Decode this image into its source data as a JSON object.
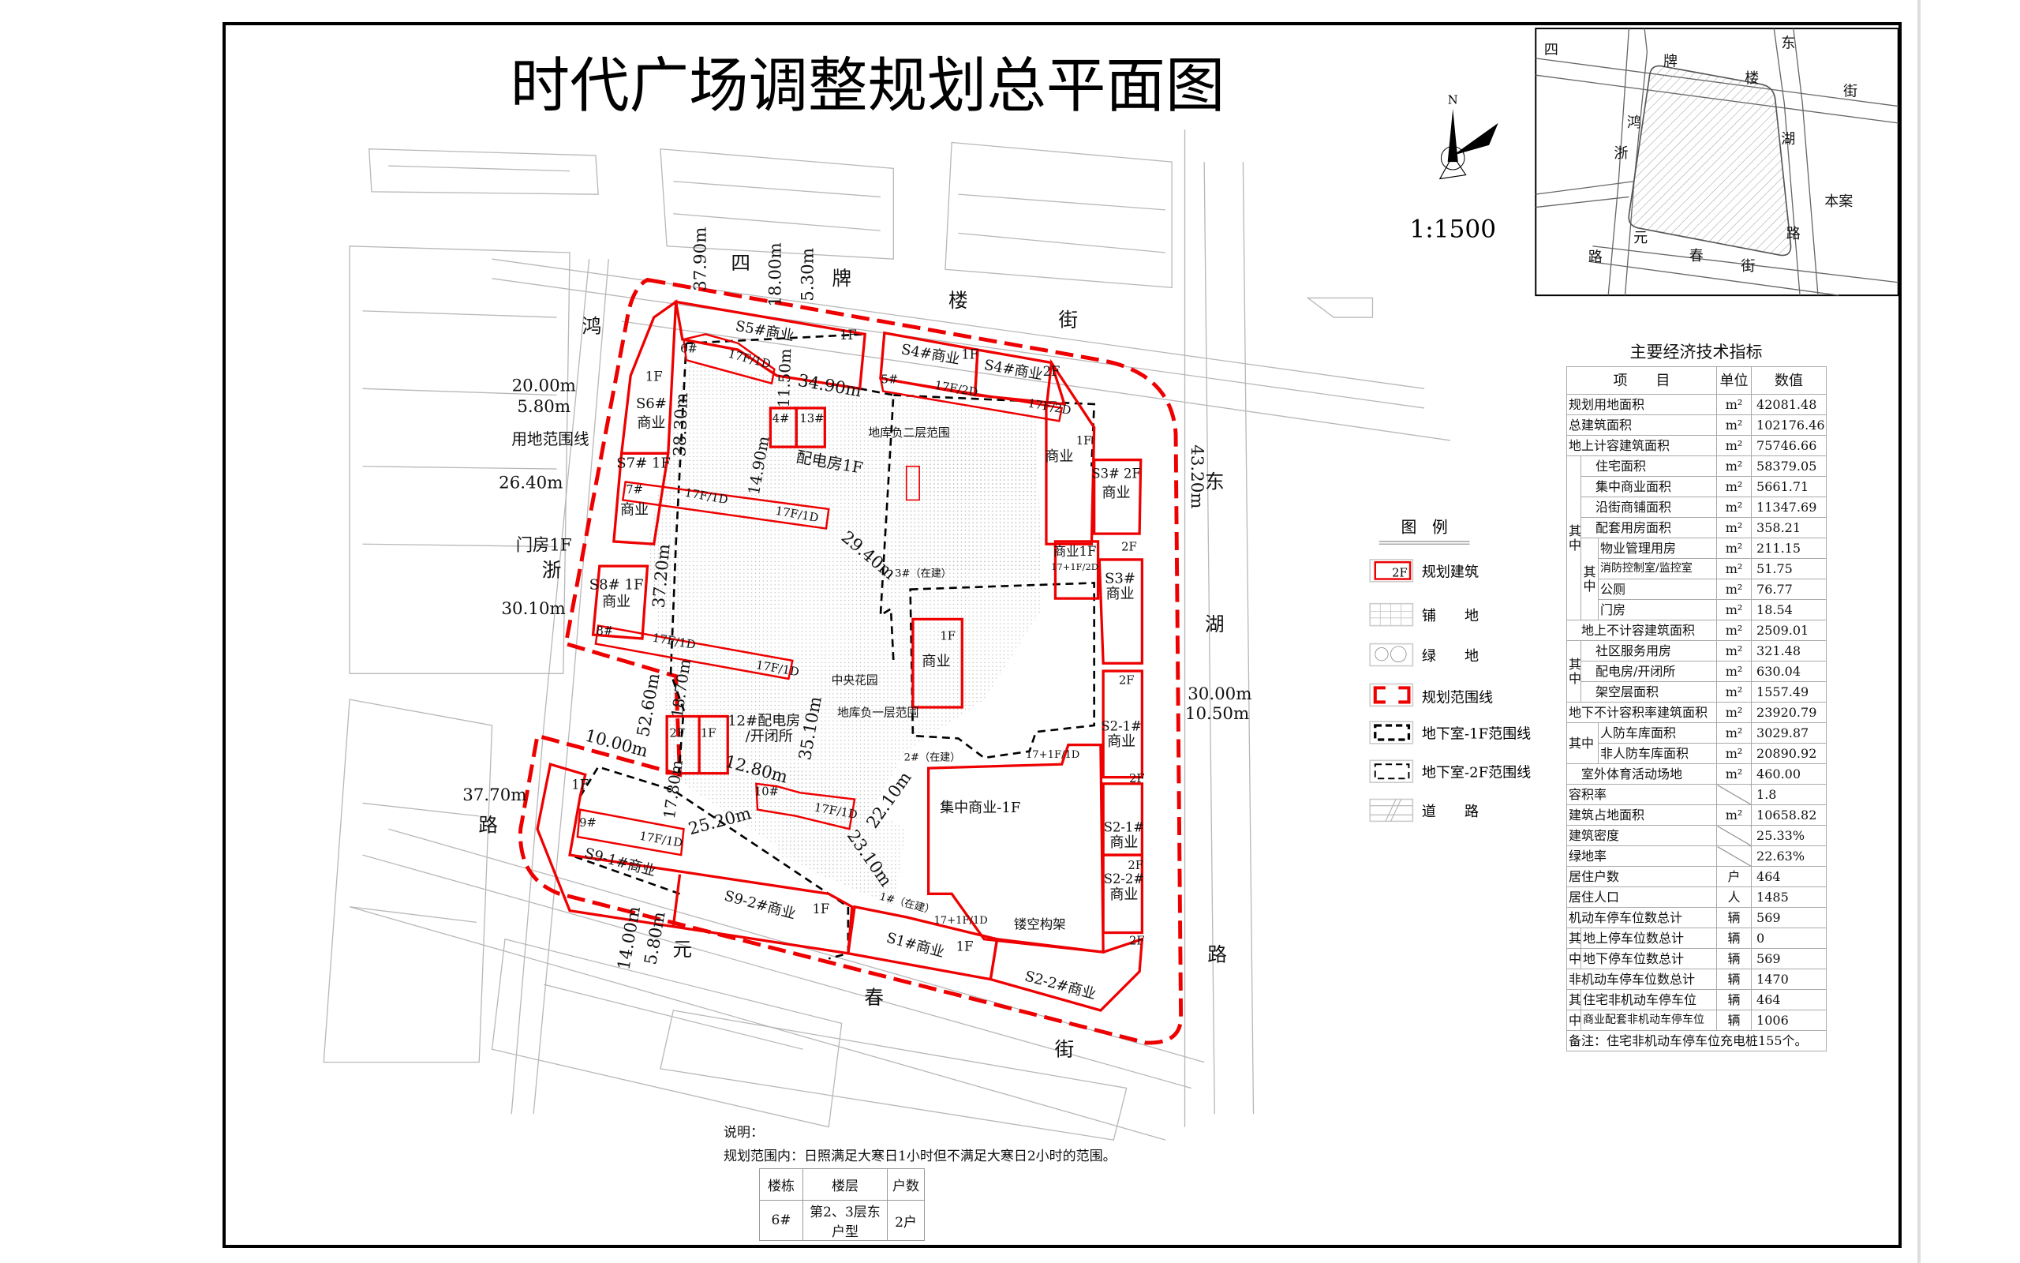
{
  "title": "时代广场调整规划总平面图",
  "north_label": "N",
  "scale": "1:1500",
  "inset_map": {
    "labels": [
      "四",
      "牌",
      "楼",
      "东",
      "街",
      "鸿",
      "湖",
      "浙",
      "本案",
      "路",
      "元",
      "春",
      "街",
      "路"
    ]
  },
  "legend": {
    "title": "图　例",
    "sample_floor": "2F",
    "items": [
      "规划建筑",
      "铺　　地",
      "绿　　地",
      "规划范围线",
      "地下室-1F范围线",
      "地下室-2F范围线",
      "道　　路"
    ]
  },
  "plan": {
    "roads": {
      "si": "四",
      "pai": "牌",
      "lou": "楼",
      "jie1": "街",
      "hong": "鸿",
      "zhe": "浙",
      "lu1": "路",
      "dong": "东",
      "hu": "湖",
      "lu2": "路",
      "yuan": "元",
      "chun": "春",
      "jie2": "街"
    },
    "dims": [
      "37.90m",
      "18.00m",
      "5.30m",
      "20.00m",
      "5.80m",
      "26.40m",
      "30.10m",
      "10.00m",
      "37.70m",
      "52.60m",
      "18.70m",
      "17.80m",
      "12.80m",
      "25.20m",
      "35.10m",
      "22.10m",
      "23.10m",
      "29.40m",
      "34.90m",
      "11.50m",
      "38.30m",
      "14.90m",
      "37.20m",
      "43.20m",
      "30.00m",
      "10.50m",
      "14.00m",
      "5.80m"
    ],
    "notes": {
      "site_line": "用地范围线",
      "gatehouse": "门房1F",
      "central_garden": "中央花园",
      "b1_range": "地库负一层范围",
      "b2_range": "地库负二层范围"
    },
    "buildings": {
      "s5": "S5#商业",
      "s5f": "1F",
      "s4a": "S4#商业",
      "s4af": "1F",
      "s4b": "S4#商业",
      "s4bf": "2F",
      "s6a": "S6#",
      "s6b": "商业",
      "s6f": "1F",
      "s7": "S7# 1F",
      "s7b": "商业",
      "s8": "S8# 1F",
      "s8b": "商业",
      "b6": "6#",
      "b6f": "17F/1D",
      "b5": "5#",
      "b5f": "17F/2D",
      "b5f2": "17F/2D",
      "b4": "4#",
      "b13": "13#",
      "pdf": "配电房1F",
      "b7": "7#",
      "b7f": "17F/1D",
      "b7f2": "17F/1D",
      "b8": "8#",
      "b8f": "17F/1D",
      "b8f2": "17F/1D",
      "b9": "9#",
      "b9f": "17F/1D",
      "b10": "10#",
      "b10f": "17F/1D",
      "sy1": "商业",
      "sy1f": "1F",
      "s3a": "S3# 2F",
      "s3ab": "商业",
      "sy2": "商业1F",
      "sy2f": "17+1F/2D",
      "s3f2": "2F",
      "s3b": "S3#",
      "s3bb": "商业",
      "b3": "3#（在建）",
      "sy3f": "1F",
      "sy3": "商业",
      "s21f": "2F",
      "s21": "S2-1#",
      "s21b": "商业",
      "b2": "2#（在建）",
      "b2f": "17+1F/1D",
      "jz": "集中商业-1F",
      "s21cf": "2F",
      "s21c": "S2-1#",
      "s21cb": "商业",
      "s22f": "2F",
      "s22": "S2-2#",
      "s22b": "商业",
      "lk": "镂空构架",
      "b1": "1#（在建）",
      "b1f": "17+1F/1D",
      "s1": "S1#商业",
      "s1f": "1F",
      "s2bf": "2F",
      "s22c": "S2-2#商业",
      "s91": "S9-1#商业",
      "s92": "S9-2#商业",
      "s92f": "1F",
      "s91f": "1F",
      "b12a": "2F",
      "b12b": "1F",
      "b12": "12#配电房",
      "b12c": "/开闭所"
    }
  },
  "econ_table": {
    "title": "主要经济技术指标",
    "headers": [
      "项　　目",
      "单位",
      "数值"
    ],
    "rows": {
      "r1": {
        "item": "规划用地面积",
        "unit": "m²",
        "value": "42081.48"
      },
      "r2": {
        "item": "总建筑面积",
        "unit": "m²",
        "value": "102176.46"
      },
      "r3": {
        "item": "地上计容建筑面积",
        "unit": "m²",
        "value": "75746.66"
      },
      "r4": {
        "item": "住宅面积",
        "unit": "m²",
        "value": "58379.05"
      },
      "r5": {
        "item": "集中商业面积",
        "unit": "m²",
        "value": "5661.71"
      },
      "r6": {
        "item": "沿街商铺面积",
        "unit": "m²",
        "value": "11347.69"
      },
      "r7": {
        "item": "配套用房面积",
        "unit": "m²",
        "value": "358.21"
      },
      "r8": {
        "item": "物业管理用房",
        "unit": "m²",
        "value": "211.15"
      },
      "r9": {
        "item": "消防控制室/监控室",
        "unit": "m²",
        "value": "51.75"
      },
      "r10": {
        "item": "公厕",
        "unit": "m²",
        "value": "76.77"
      },
      "r11": {
        "item": "门房",
        "unit": "m²",
        "value": "18.54"
      },
      "r12": {
        "item": "地上不计容建筑面积",
        "unit": "m²",
        "value": "2509.01"
      },
      "r13": {
        "item": "社区服务用房",
        "unit": "m²",
        "value": "321.48"
      },
      "r14": {
        "item": "配电房/开闭所",
        "unit": "m²",
        "value": "630.04"
      },
      "r15": {
        "item": "架空层面积",
        "unit": "m²",
        "value": "1557.49"
      },
      "r16": {
        "item": "地下不计容积率建筑面积",
        "unit": "m²",
        "value": "23920.79"
      },
      "r17": {
        "item": "人防车库面积",
        "unit": "m²",
        "value": "3029.87"
      },
      "r18": {
        "item": "非人防车库面积",
        "unit": "m²",
        "value": "20890.92"
      },
      "r19": {
        "item": "室外体育活动场地",
        "unit": "m²",
        "value": "460.00"
      },
      "r20": {
        "item": "容积率",
        "value": "1.8"
      },
      "r21": {
        "item": "建筑占地面积",
        "unit": "m²",
        "value": "10658.82"
      },
      "r22": {
        "item": "建筑密度",
        "value": "25.33%"
      },
      "r23": {
        "item": "绿地率",
        "value": "22.63%"
      },
      "r24": {
        "item": "居住户数",
        "unit": "户",
        "value": "464"
      },
      "r25": {
        "item": "居住人口",
        "unit": "人",
        "value": "1485"
      },
      "r26": {
        "item": "机动车停车位数总计",
        "unit": "辆",
        "value": "569"
      },
      "r27": {
        "item": "地上停车位数总计",
        "unit": "辆",
        "value": "0"
      },
      "r28": {
        "item": "地下停车位数总计",
        "unit": "辆",
        "value": "569"
      },
      "r29": {
        "item": "非机动车停车位数总计",
        "unit": "辆",
        "value": "1470"
      },
      "r30": {
        "item": "住宅非机动车停车位",
        "unit": "辆",
        "value": "464"
      },
      "r31": {
        "item": "商业配套非机动车停车位",
        "unit": "辆",
        "value": "1006"
      }
    },
    "group_label": "其中",
    "group_qi": "其",
    "group_zhong": "中",
    "note": "备注：住宅非机动车停车位充电桩155个。"
  },
  "explanation": {
    "title": "说明：",
    "text": "规划范围内：日照满足大寒日1小时但不满足大寒日2小时的范围。",
    "table": {
      "headers": [
        "楼栋",
        "楼层",
        "户数"
      ],
      "row": [
        "6#",
        "第2、3层东户型",
        "2户"
      ]
    }
  },
  "colors": {
    "plan_red": "#ee0000",
    "context_gray": "#b8b8b8",
    "basement_black": "#000000"
  }
}
